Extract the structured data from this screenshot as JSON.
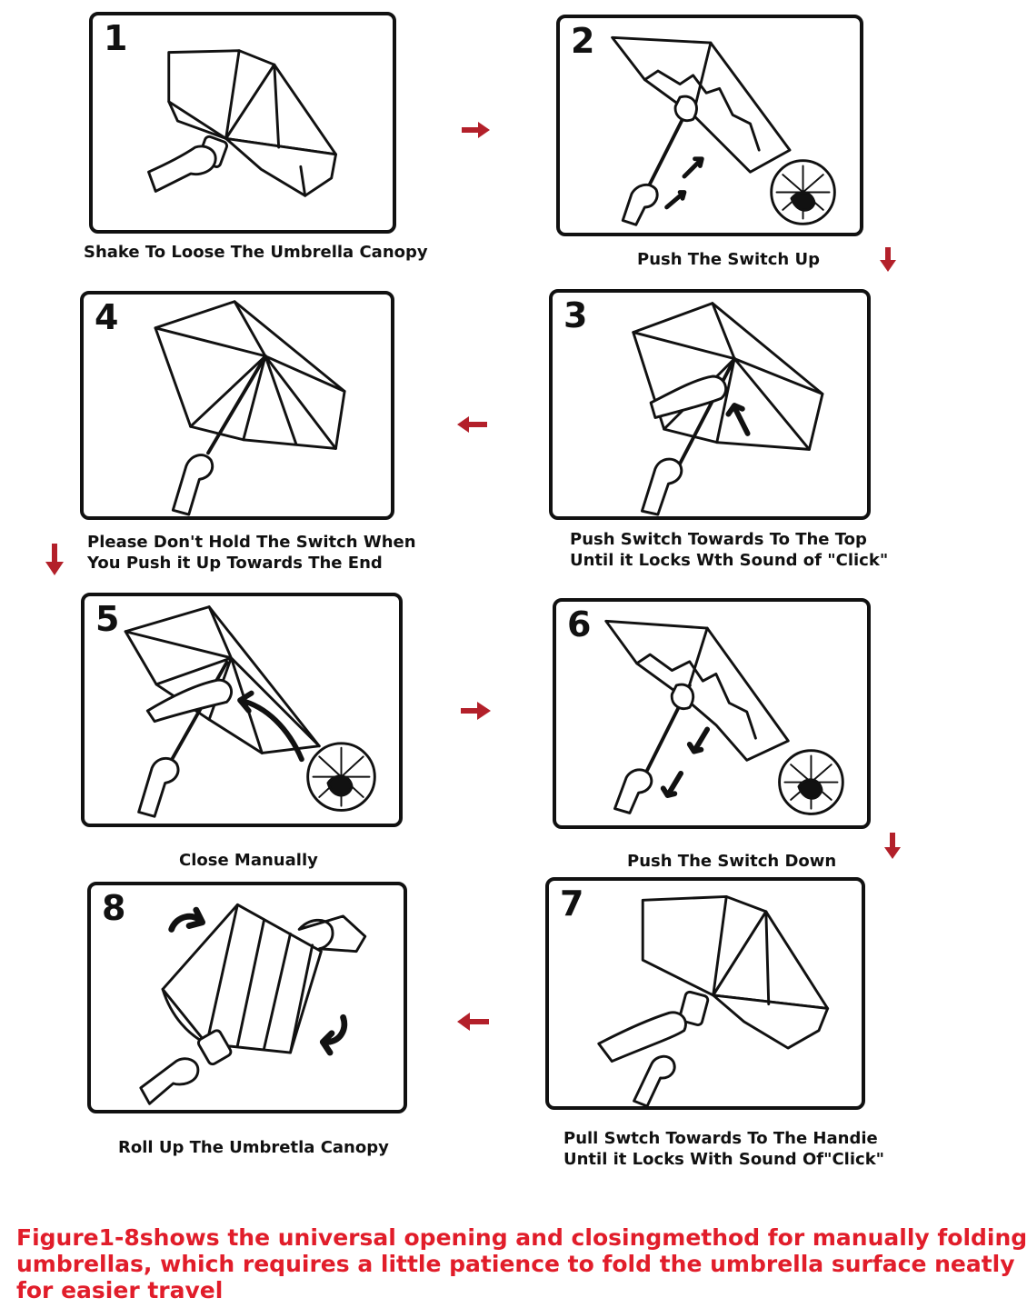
{
  "colors": {
    "accent": "#e11d2a",
    "outline": "#111111",
    "flow_arrow": "#b3202a"
  },
  "steps": [
    {
      "number": "1",
      "caption": [
        "Shake To Loose The Umbrella Canopy"
      ]
    },
    {
      "number": "2",
      "caption": [
        "Push The Switch Up"
      ]
    },
    {
      "number": "3",
      "caption": [
        "Push Switch Towards To The Top",
        "Until it Locks Wth Sound of \"Click\""
      ]
    },
    {
      "number": "4",
      "caption": [
        "Please Don't Hold The Switch When",
        "You Push it Up Towards The End"
      ]
    },
    {
      "number": "5",
      "caption": [
        "Close Manually"
      ]
    },
    {
      "number": "6",
      "caption": [
        "Push The Switch Down"
      ]
    },
    {
      "number": "7",
      "caption": [
        "Pull Swtch Towards To The Handie",
        "Until it Locks With Sound Of\"Click\""
      ]
    },
    {
      "number": "8",
      "caption": [
        "Roll Up The Umbretla Canopy"
      ]
    }
  ],
  "footer": {
    "lines": [
      "Figure1-8shows the universal opening and closingmethod for manually folding",
      "umbrellas, which requires a little patience to fold the umbrella surface neatly",
      "for easier travel"
    ]
  },
  "icons": {
    "flow_arrow": "red-arrow-icon",
    "rotate": "curved-rotate-arrow-icon",
    "detail": "magnified-switch-detail-icon"
  }
}
